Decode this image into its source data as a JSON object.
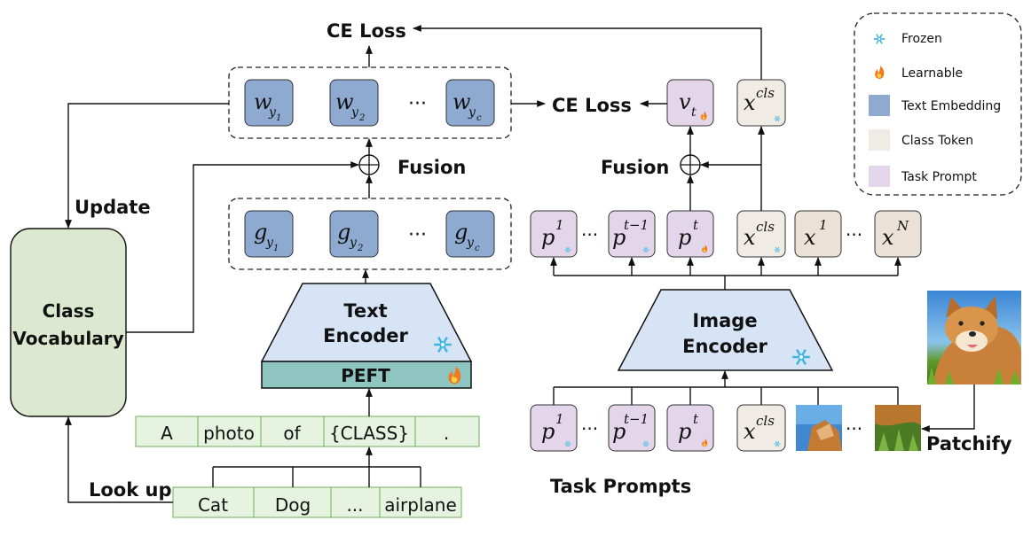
{
  "colors": {
    "text_embedding": "#8eaad0",
    "class_token": "#f0ebe4",
    "task_prompt": "#e4d6ea",
    "class_vocabulary": "#dce8cf",
    "encoder": "#d6e4f6",
    "peft": "#8ec5c0",
    "prompt_box": "#e6f3e0",
    "frozen_icon": "#3fb5e3",
    "learnable_icon": "#f07a1c"
  },
  "icons": [
    "snowflake-icon",
    "flame-icon"
  ],
  "legend": {
    "frozen": "Frozen",
    "learnable": "Learnable",
    "text_embedding": "Text Embedding",
    "class_token": "Class Token",
    "task_prompt": "Task Prompt"
  },
  "labels": {
    "ce_loss_top": "CE Loss",
    "ce_loss_mid": "CE Loss",
    "fusion_left": "Fusion",
    "fusion_right": "Fusion",
    "update": "Update",
    "look_up": "Look up",
    "class_vocabulary": [
      "Class",
      "Vocabulary"
    ],
    "text_encoder": [
      "Text",
      "Encoder"
    ],
    "image_encoder": [
      "Image",
      "Encoder"
    ],
    "peft": "PEFT",
    "patchify": "Patchify",
    "task_prompts": "Task Prompts"
  },
  "prompt_template": [
    "A",
    "photo",
    "of",
    "{CLASS}",
    "."
  ],
  "class_names": [
    "Cat",
    "Dog",
    "...",
    "airplane"
  ],
  "weights": {
    "base": "w",
    "subs": [
      "y",
      "y",
      "y"
    ],
    "subsubs": [
      "1",
      "2",
      "c"
    ],
    "ellipsis": "···"
  },
  "text_features": {
    "base": "g",
    "subs": [
      "y",
      "y",
      "y"
    ],
    "subsubs": [
      "1",
      "2",
      "c"
    ],
    "ellipsis": "···"
  },
  "visual_token": {
    "base": "v",
    "sub": "t"
  },
  "tokens": {
    "p": "p",
    "x": "x",
    "sup_1": "1",
    "sup_t_minus_1": "t−1",
    "sup_t": "t",
    "sup_cls": "cls",
    "sup_N": "N",
    "ellipsis": "···"
  }
}
